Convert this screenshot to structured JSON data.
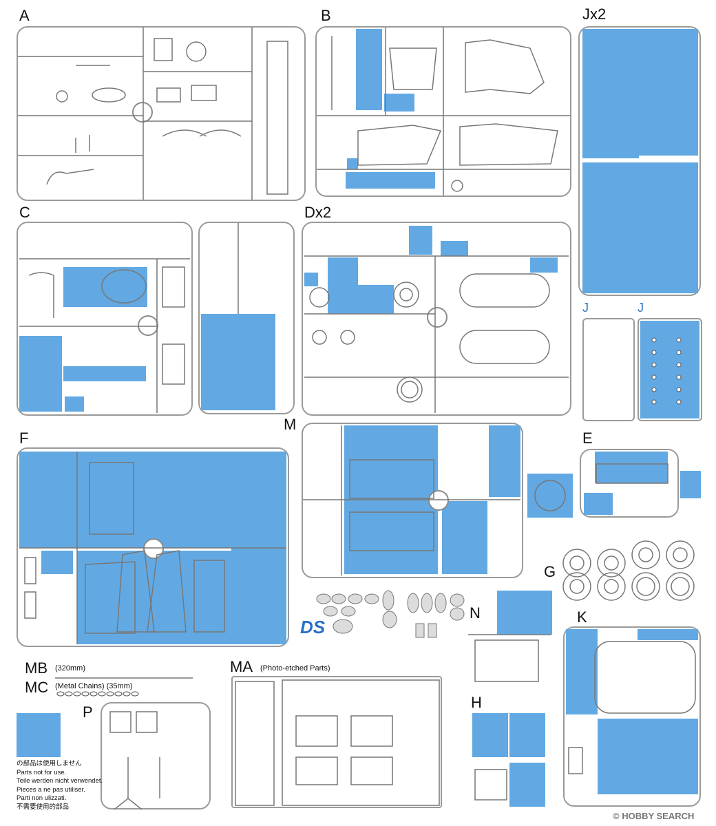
{
  "sprues": {
    "A": "A",
    "B": "B",
    "Jx2": "Jx2",
    "C": "C",
    "Dx2": "Dx2",
    "J1": "J",
    "J2": "J",
    "F": "F",
    "M": "M",
    "E": "E",
    "G": "G",
    "N": "N",
    "K": "K",
    "H": "H",
    "P": "P",
    "MB": "MB",
    "MC": "MC",
    "MA": "MA"
  },
  "subtitles": {
    "MB": "(320mm)",
    "MC": "(Metal Chains) (35mm)",
    "MA": "(Photo-etched Parts)"
  },
  "legend": {
    "lines": [
      "の部品は使用しません",
      "Parts not for use.",
      "Teile werden nicht verwendet.",
      "Pieces a ne pas utiliser.",
      "Parti non ulizzati.",
      "不需要使用的部品"
    ]
  },
  "brand_logo": "DS",
  "watermark": "© HOBBY SEARCH",
  "colors": {
    "unused": "#62a9e3",
    "frame": "#9a9a9a",
    "label_blue": "#2a6fc9"
  }
}
